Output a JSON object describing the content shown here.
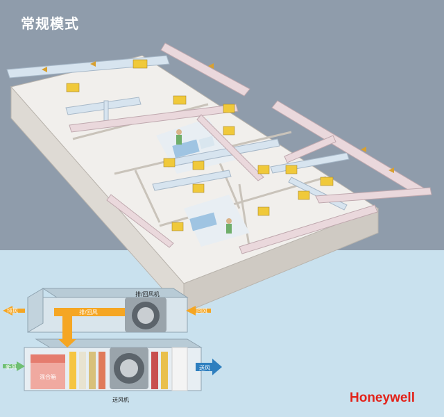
{
  "title": "常规模式",
  "brand": "Honeywell",
  "ahu": {
    "exhaust_label": "排风",
    "return_label": "回风",
    "exhaust_return_fan_label": "排/回风机",
    "exhaust_return_air_label": "排/回风",
    "fresh_label": "新风",
    "mixing_box_label": "混合箱",
    "supply_label": "送风",
    "supply_fan_label": "送风机"
  },
  "colors": {
    "top_bg": "#8f9cab",
    "bottom_bg": "#c9e1ee",
    "supply_arrow": "#2e7fbf",
    "exhaust_arrow": "#f5a623",
    "brand": "#e2231a"
  }
}
